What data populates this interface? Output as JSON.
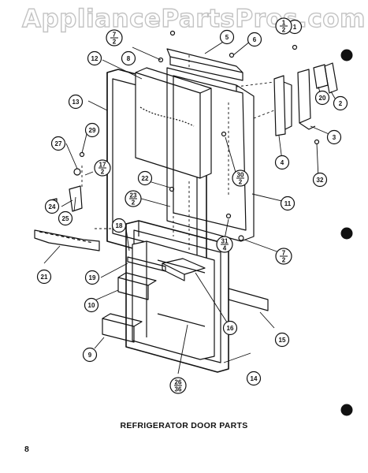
{
  "watermark": "AppliancePartsPros.com",
  "caption": "REFRIGERATOR DOOR PARTS",
  "page_number": "8",
  "callouts": [
    {
      "id": "1",
      "text": "1",
      "fraction": null
    },
    {
      "id": "2",
      "text": "2",
      "fraction": null
    },
    {
      "id": "3",
      "text": "3",
      "fraction": null
    },
    {
      "id": "4",
      "text": "4",
      "fraction": null
    },
    {
      "id": "5",
      "text": "5",
      "fraction": null
    },
    {
      "id": "6",
      "text": "6",
      "fraction": null
    },
    {
      "id": "8",
      "text": "8",
      "fraction": null
    },
    {
      "id": "9",
      "text": "9",
      "fraction": null
    },
    {
      "id": "10",
      "text": "10",
      "fraction": null
    },
    {
      "id": "11",
      "text": "11",
      "fraction": null
    },
    {
      "id": "12",
      "text": "12",
      "fraction": null
    },
    {
      "id": "13",
      "text": "13",
      "fraction": null
    },
    {
      "id": "14",
      "text": "14",
      "fraction": null
    },
    {
      "id": "15",
      "text": "15",
      "fraction": null
    },
    {
      "id": "16",
      "text": "16",
      "fraction": null
    },
    {
      "id": "18",
      "text": "18",
      "fraction": null
    },
    {
      "id": "19",
      "text": "19",
      "fraction": null
    },
    {
      "id": "20",
      "text": "20",
      "fraction": null
    },
    {
      "id": "21",
      "text": "21",
      "fraction": null
    },
    {
      "id": "22",
      "text": "22",
      "fraction": null
    },
    {
      "id": "24",
      "text": "24",
      "fraction": null
    },
    {
      "id": "25",
      "text": "25",
      "fraction": null
    },
    {
      "id": "27",
      "text": "27",
      "fraction": null
    },
    {
      "id": "29",
      "text": "29",
      "fraction": null
    },
    {
      "id": "32",
      "text": "32",
      "fraction": null
    },
    {
      "id": "7-2-top",
      "text": null,
      "fraction": [
        "7",
        "2"
      ]
    },
    {
      "id": "7-2-bottom",
      "text": null,
      "fraction": [
        "7",
        "2"
      ]
    },
    {
      "id": "1-2",
      "text": null,
      "fraction": [
        "1",
        "2"
      ]
    },
    {
      "id": "17-2",
      "text": null,
      "fraction": [
        "17",
        "2"
      ]
    },
    {
      "id": "23-2",
      "text": null,
      "fraction": [
        "23",
        "2"
      ]
    },
    {
      "id": "30-2",
      "text": null,
      "fraction": [
        "30",
        "2"
      ]
    },
    {
      "id": "31-4",
      "text": null,
      "fraction": [
        "31",
        "4"
      ]
    },
    {
      "id": "26-36",
      "text": null,
      "fraction": [
        "26",
        "36"
      ]
    }
  ]
}
